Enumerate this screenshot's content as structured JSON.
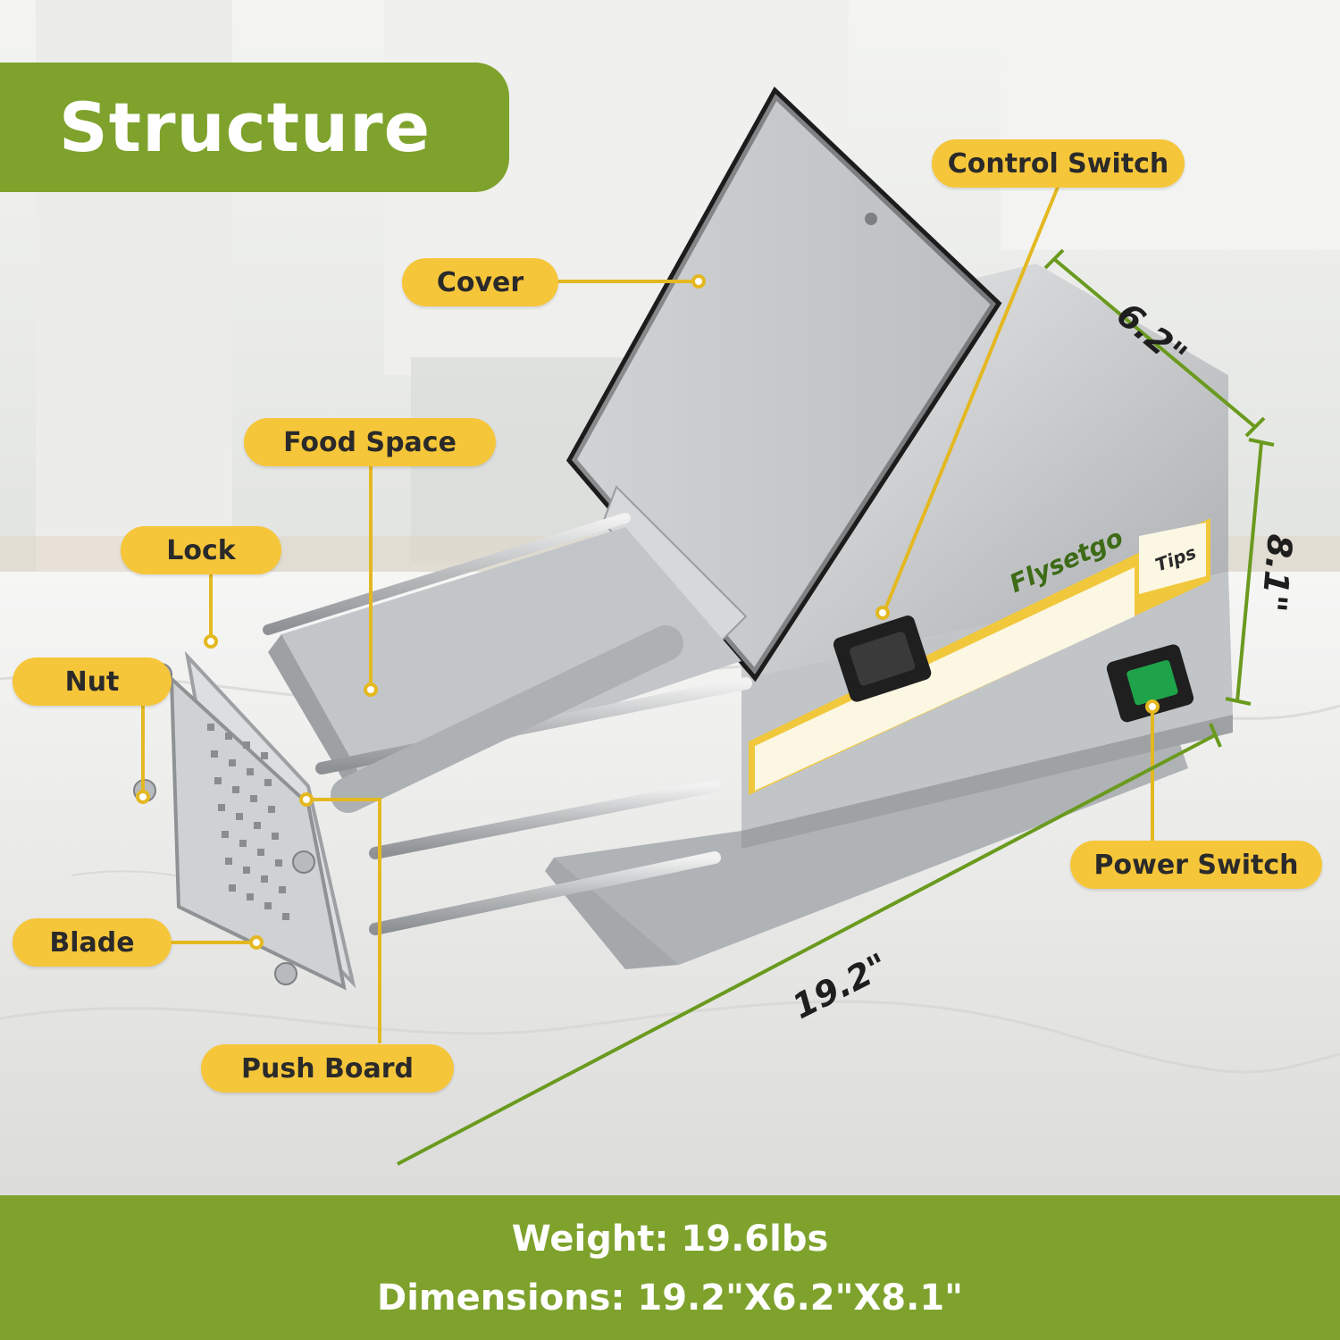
{
  "title": "Structure",
  "labels": {
    "cover": "Cover",
    "food_space": "Food Space",
    "lock": "Lock",
    "nut": "Nut",
    "blade": "Blade",
    "push_board": "Push Board",
    "control_switch": "Control Switch",
    "power_switch": "Power Switch"
  },
  "dimensions": {
    "length": "19.2\"",
    "width": "6.2\"",
    "height": "8.1\""
  },
  "product": {
    "brand": "Flysetgo",
    "tips": "Tips"
  },
  "specs": {
    "weight": "Weight: 19.6lbs",
    "dimensions": "Dimensions: 19.2\"X6.2\"X8.1\""
  },
  "colors": {
    "accent_green": "#7ea22c",
    "label_yellow": "#f6c63a",
    "leader_line": "#e4b820",
    "dimension_line": "#6a9a1e"
  }
}
